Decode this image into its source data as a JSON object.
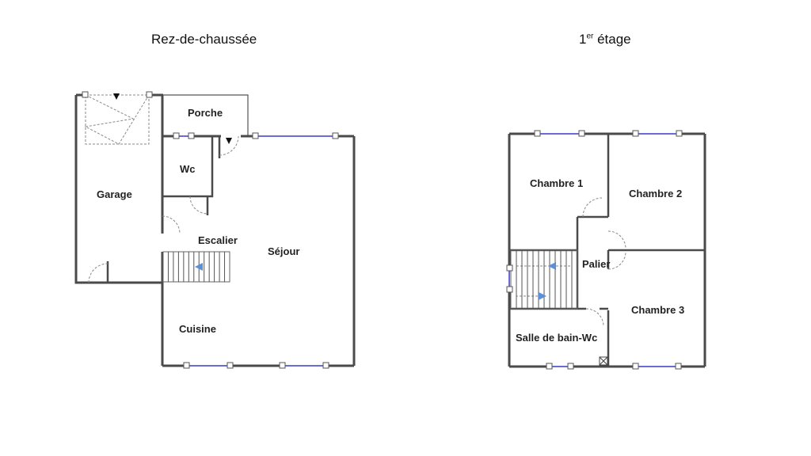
{
  "ground_floor": {
    "title": "Rez-de-chaussée",
    "rooms": {
      "garage": "Garage",
      "porche": "Porche",
      "wc": "Wc",
      "escalier": "Escalier",
      "sejour": "Séjour",
      "cuisine": "Cuisine"
    }
  },
  "first_floor": {
    "title_num": "1",
    "title_sup": "er",
    "title_rest": " étage",
    "rooms": {
      "chambre1": "Chambre 1",
      "chambre2": "Chambre 2",
      "chambre3": "Chambre 3",
      "palier": "Palier",
      "sdb": "Salle de bain-Wc"
    }
  },
  "colors": {
    "wall": "#4a4a4a",
    "window": "#6b6bd6",
    "arrow": "#5b8fd9",
    "thin": "#888888"
  }
}
